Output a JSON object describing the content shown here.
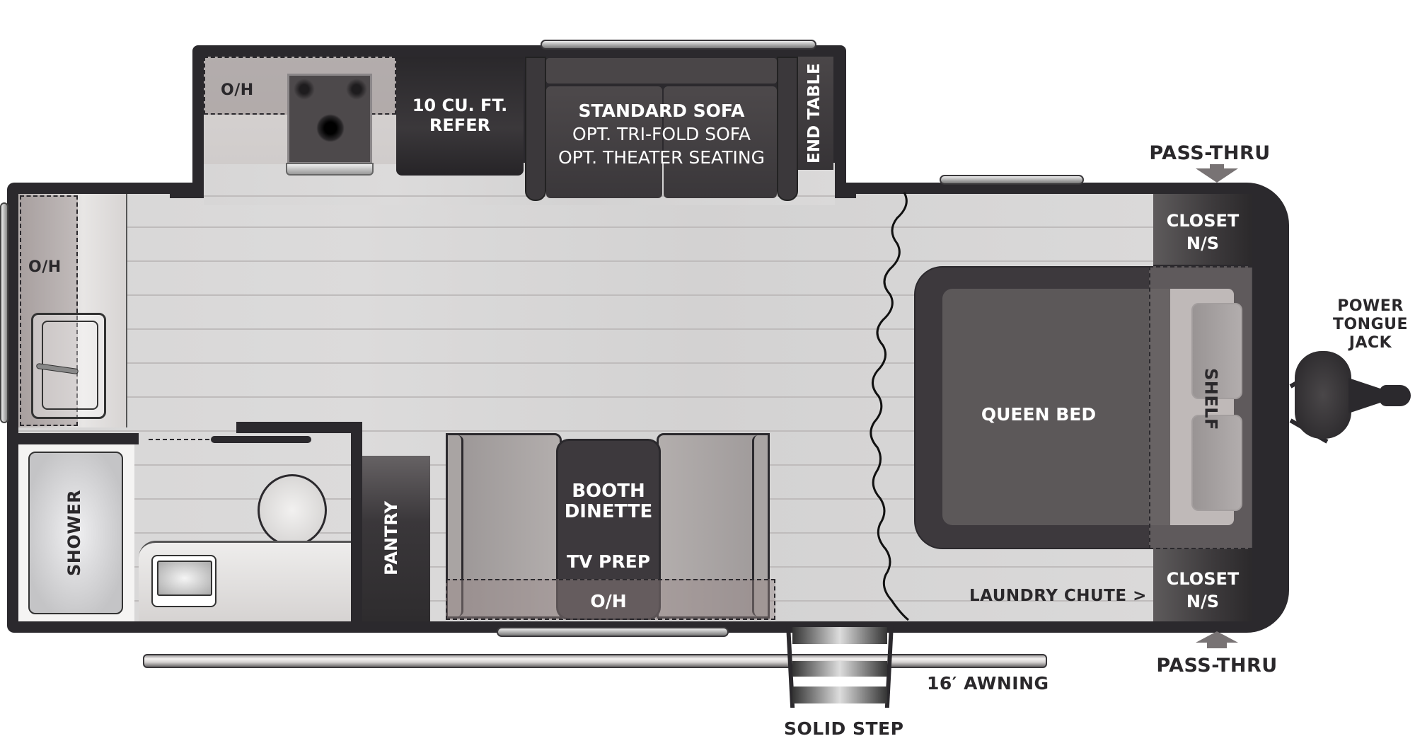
{
  "floorplan": {
    "kitchen_slide": {
      "overhead_label": "O/H",
      "refer_label_line1": "10 CU. FT.",
      "refer_label_line2": "REFER"
    },
    "sofa": {
      "line1": "STANDARD SOFA",
      "line2": "OPT. TRI-FOLD SOFA",
      "line3": "OPT. THEATER SEATING"
    },
    "end_table": "END TABLE",
    "rear_kitchen_overhead": "O/H",
    "shower": "SHOWER",
    "pantry": "PANTRY",
    "dinette": {
      "line1": "BOOTH",
      "line2": "DINETTE",
      "tv_prep": "TV PREP",
      "overhead": "O/H"
    },
    "bedroom": {
      "bed": "QUEEN BED",
      "shelf": "SHELF",
      "closet_top_line1": "CLOSET",
      "closet_top_line2": "N/S",
      "closet_bottom_line1": "CLOSET",
      "closet_bottom_line2": "N/S",
      "laundry_chute": "LAUNDRY CHUTE >"
    },
    "exterior": {
      "pass_thru_top": "PASS-THRU",
      "pass_thru_bottom": "PASS-THRU",
      "power_tongue_jack_line1": "POWER",
      "power_tongue_jack_line2": "TONGUE",
      "power_tongue_jack_line3": "JACK",
      "awning": "16′ AWNING",
      "step": "SOLID STEP"
    }
  },
  "colors": {
    "wall": "#2b292d",
    "floor": "#d8d7d7",
    "dark_furniture": "#3d393d",
    "bed_mattress": "#5c5859",
    "light_cabinet": "#b7b1b0",
    "arrow": "#787374"
  }
}
